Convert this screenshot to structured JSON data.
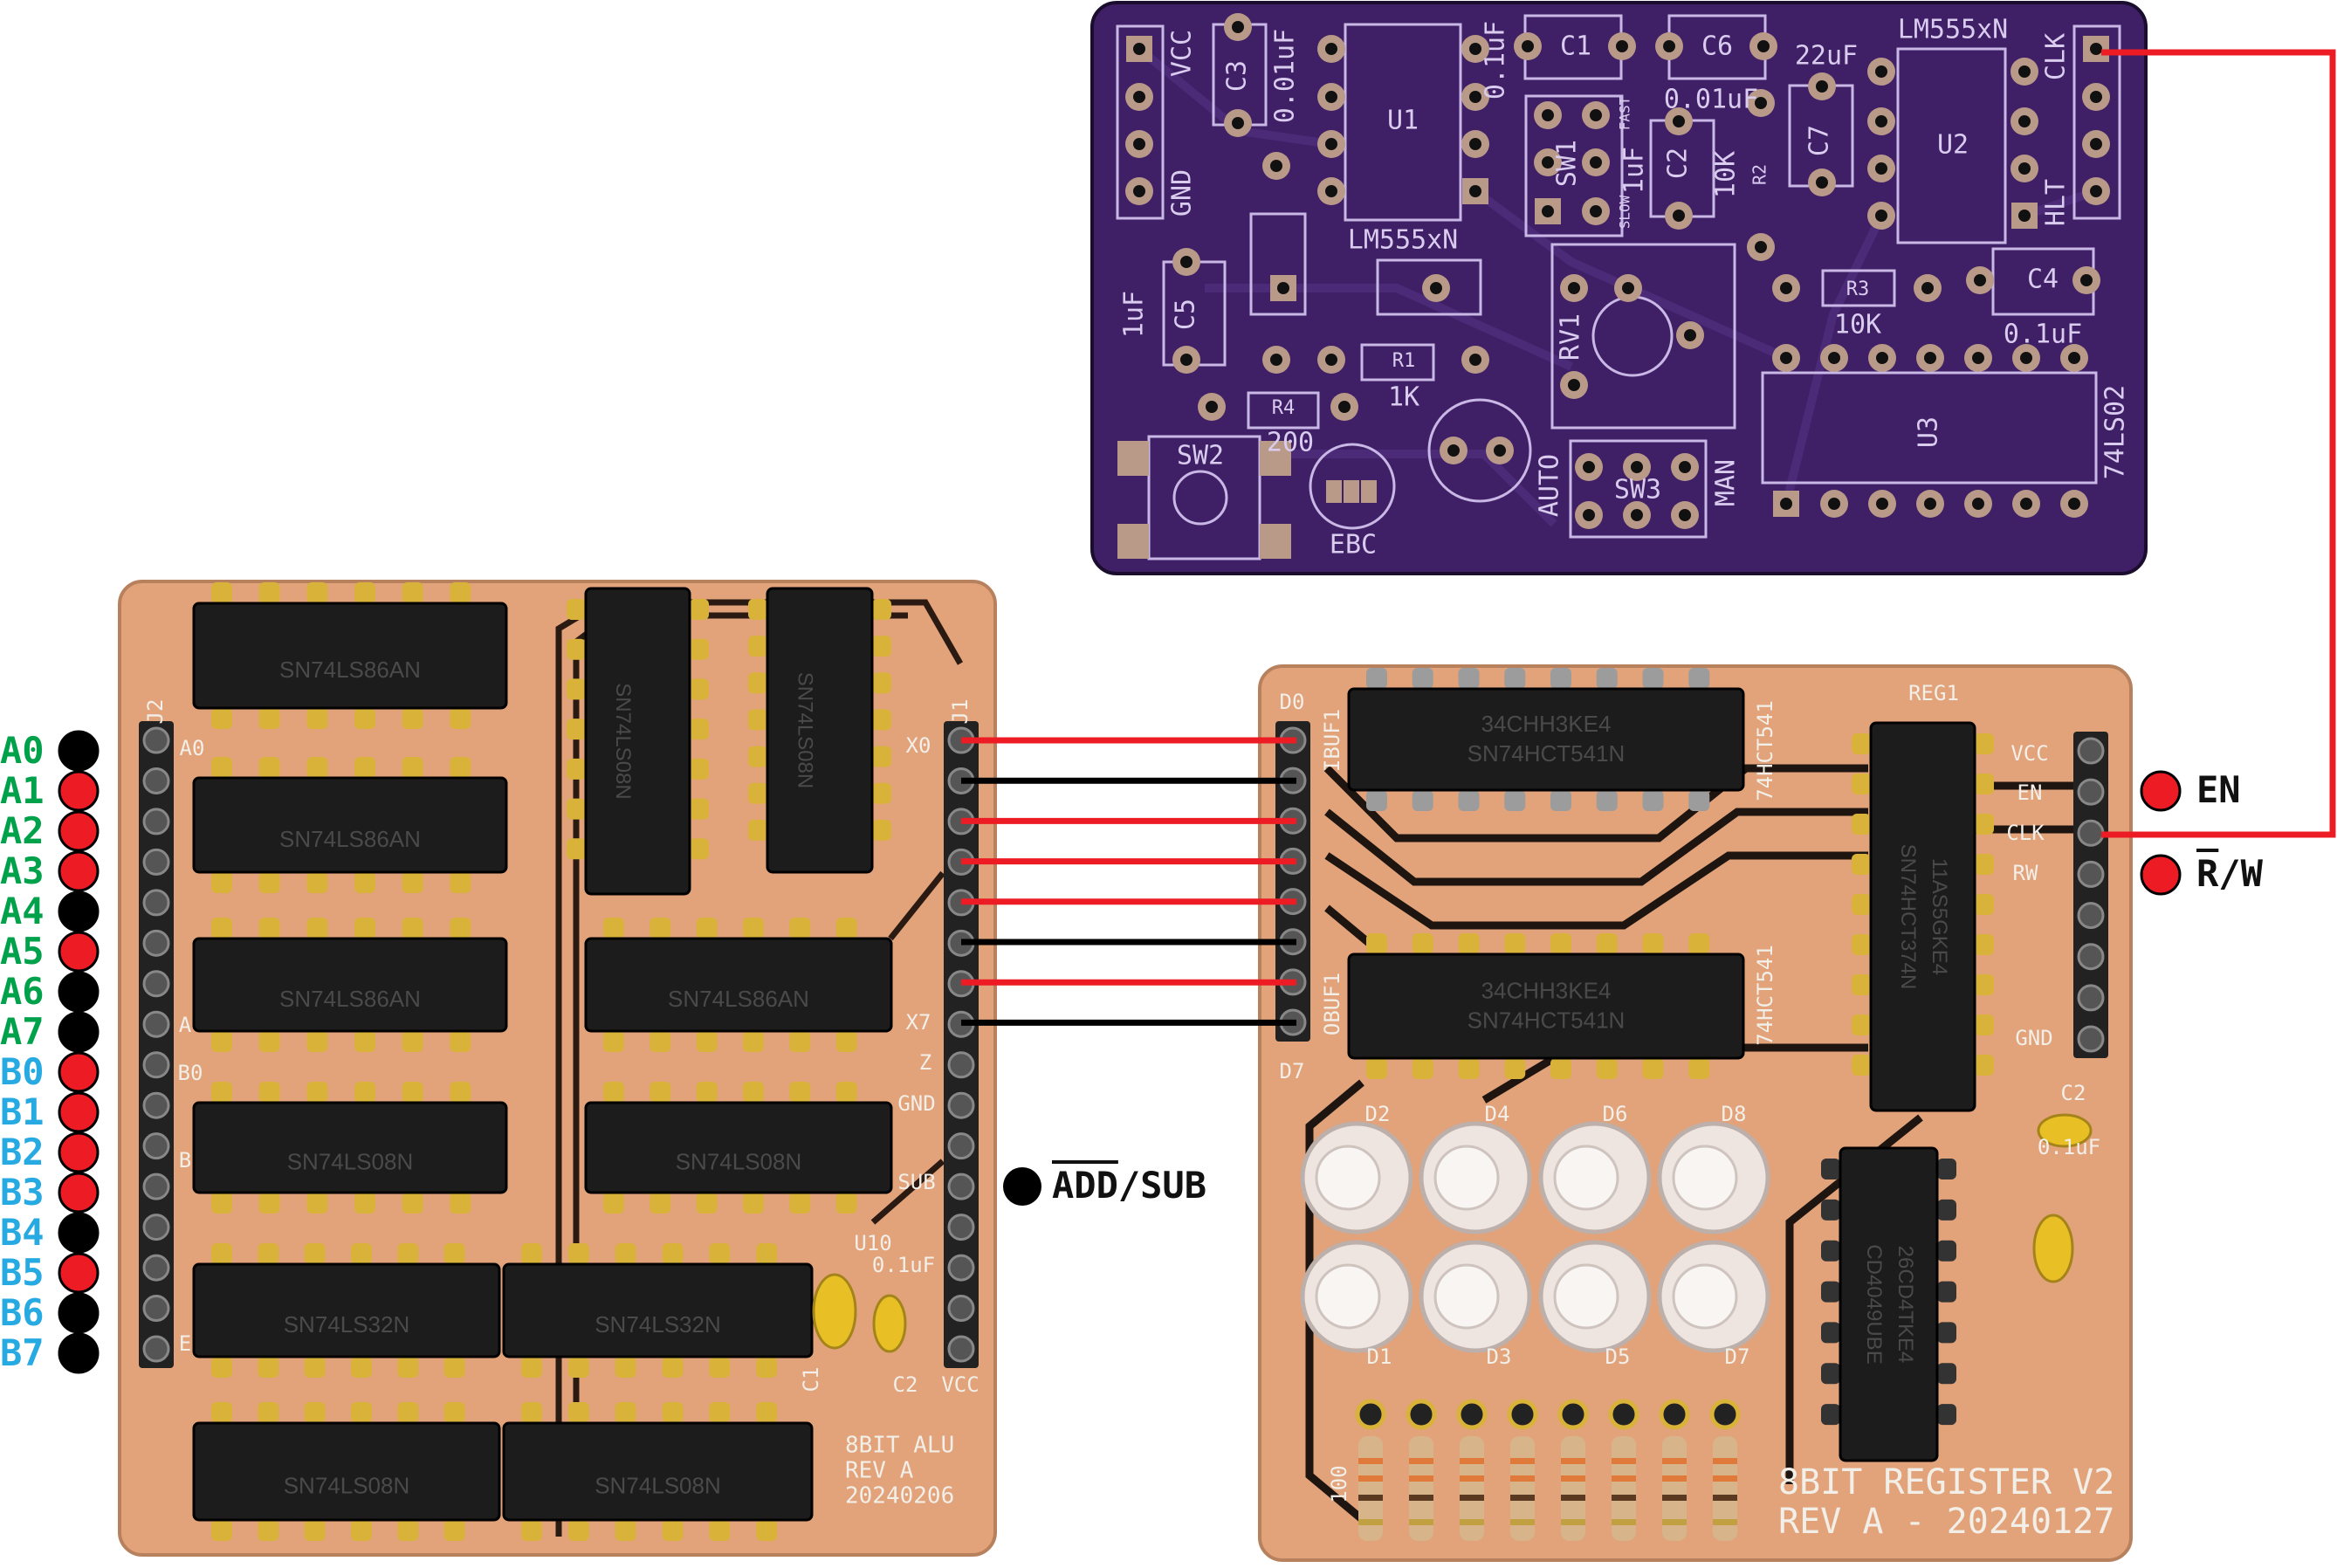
{
  "colors": {
    "high": "#ed1c24",
    "low": "#000000",
    "a_label": "#00a14b",
    "b_label": "#27aae1",
    "clock_board": "#3f1f66",
    "pcb": "#e2a27a",
    "chip": "#1b1b1b",
    "silk_purple": "#c9b8e6"
  },
  "inputs": [
    {
      "label": "A0",
      "state": "low"
    },
    {
      "label": "A1",
      "state": "high"
    },
    {
      "label": "A2",
      "state": "high"
    },
    {
      "label": "A3",
      "state": "high"
    },
    {
      "label": "A4",
      "state": "low"
    },
    {
      "label": "A5",
      "state": "high"
    },
    {
      "label": "A6",
      "state": "low"
    },
    {
      "label": "A7",
      "state": "low"
    },
    {
      "label": "B0",
      "state": "high"
    },
    {
      "label": "B1",
      "state": "high"
    },
    {
      "label": "B2",
      "state": "high"
    },
    {
      "label": "B3",
      "state": "high"
    },
    {
      "label": "B4",
      "state": "low"
    },
    {
      "label": "B5",
      "state": "high"
    },
    {
      "label": "B6",
      "state": "low"
    },
    {
      "label": "B7",
      "state": "low"
    }
  ],
  "bus_wires": [
    "high",
    "low",
    "high",
    "high",
    "high",
    "low",
    "high",
    "low"
  ],
  "controls": {
    "add_sub": {
      "overlined": "ADD",
      "rest": "/SUB",
      "state": "low"
    },
    "en": {
      "label": "EN",
      "state": "high"
    },
    "rw": {
      "overlined": "R",
      "rest": "/W",
      "state": "high"
    }
  },
  "clock_board": {
    "labels": [
      "VCC",
      "GND",
      "C3",
      "0.01uF",
      "U1",
      "0.1uF",
      "C1",
      "C6",
      "22uF",
      "LM555xN",
      "U2",
      "CLK",
      "HLT",
      "SW1",
      "FAST",
      "SLOW",
      "1uF",
      "C2",
      "10K",
      "R2",
      "C7",
      "0.01uF",
      "LM555xN",
      "1uF",
      "C5",
      "R1",
      "1K",
      "R4",
      "200",
      "SW2",
      "EBC",
      "RV1",
      "AUTO",
      "SW3",
      "MAN",
      "R3",
      "10K",
      "C4",
      "0.1uF",
      "U3",
      "74LS02"
    ]
  },
  "alu_board": {
    "labels": [
      "J2",
      "A0",
      "B0",
      "A",
      "B",
      "E",
      "J1",
      "X0",
      "X7",
      "Z",
      "GND",
      "SUB",
      "U10",
      "0.1uF",
      "C2",
      "VCC",
      "C1"
    ],
    "chips": [
      "SN74LS86AN",
      "SN74LS86AN",
      "SN74LS08N",
      "SN74LS08N",
      "SN74LS86AN",
      "SN74LS08N",
      "SN74LS32N",
      "SN74LS32N",
      "SN74LS08N",
      "SN74LS08N"
    ],
    "title": [
      "8BIT ALU",
      "REV A",
      "20240206"
    ]
  },
  "register_board": {
    "labels": [
      "D0",
      "D7",
      "IBUF1",
      "OBUF1",
      "74HCT541",
      "74HCT541",
      "REG1",
      "VCC",
      "EN",
      "CLK",
      "RW",
      "GND",
      "C2",
      "0.1uF",
      "D2",
      "D4",
      "D6",
      "D8",
      "D1",
      "D3",
      "D5",
      "D7",
      "100"
    ],
    "chips": [
      "34CHH3KE4",
      "SN74HCT541N",
      "34CHH3KE4",
      "SN74HCT541N",
      "11AS5GKE4",
      "SN74HCT374N",
      "26CD4TKE4",
      "CD4049UBE"
    ],
    "title": [
      "8BIT REGISTER V2",
      "REV A - 20240127"
    ]
  }
}
